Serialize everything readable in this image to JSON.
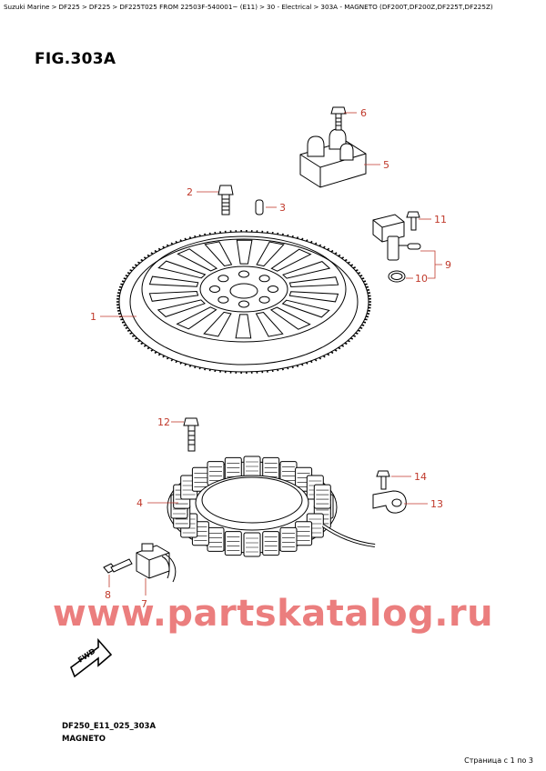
{
  "breadcrumb": [
    "Suzuki Marine",
    "DF225",
    "DF225",
    "DF225T025 FROM 22503F-540001~ (E11)",
    "30 - Electrical",
    "303A - MAGNETO (DF200T,DF200Z,DF225T,DF225Z)"
  ],
  "breadcrumb_separator": ">",
  "figure": {
    "title": "FIG.303A",
    "code": "DF250_E11_025_303A",
    "name": "MAGNETO"
  },
  "callouts": [
    "1",
    "2",
    "3",
    "4",
    "5",
    "6",
    "7",
    "8",
    "9",
    "10",
    "11",
    "12",
    "13",
    "14"
  ],
  "fwd_label": "FWD",
  "watermark": "www.partskatalog.ru",
  "pager": "Страница с 1 по 3",
  "colors": {
    "callout": "#c0392b",
    "watermark": "#e03030"
  }
}
